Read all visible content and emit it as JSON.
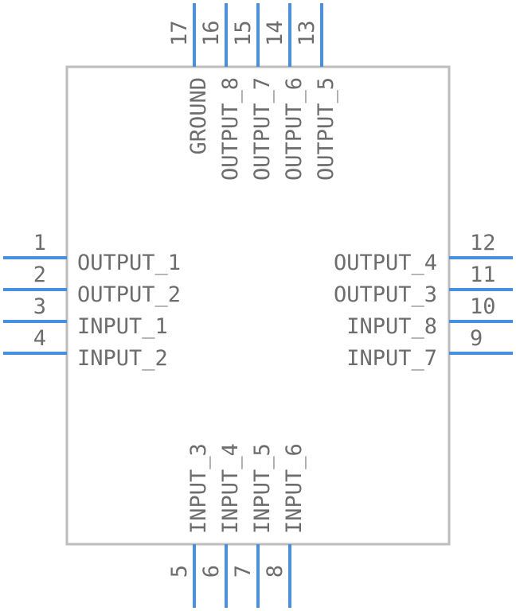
{
  "component": {
    "left_pins": [
      {
        "num": "1",
        "label": "OUTPUT_1"
      },
      {
        "num": "2",
        "label": "OUTPUT_2"
      },
      {
        "num": "3",
        "label": "INPUT_1"
      },
      {
        "num": "4",
        "label": "INPUT_2"
      }
    ],
    "right_pins": [
      {
        "num": "12",
        "label": "OUTPUT_4"
      },
      {
        "num": "11",
        "label": "OUTPUT_3"
      },
      {
        "num": "10",
        "label": "INPUT_8"
      },
      {
        "num": "9",
        "label": "INPUT_7"
      }
    ],
    "top_pins": [
      {
        "num": "17",
        "label": "GROUND"
      },
      {
        "num": "16",
        "label": "OUTPUT_8"
      },
      {
        "num": "15",
        "label": "OUTPUT_7"
      },
      {
        "num": "14",
        "label": "OUTPUT_6"
      },
      {
        "num": "13",
        "label": "OUTPUT_5"
      }
    ],
    "bottom_pins": [
      {
        "num": "5",
        "label": "INPUT_3"
      },
      {
        "num": "6",
        "label": "INPUT_4"
      },
      {
        "num": "7",
        "label": "INPUT_5"
      },
      {
        "num": "8",
        "label": "INPUT_6"
      }
    ],
    "colors": {
      "pin": "#4a90e2",
      "outline": "#bdbdbd",
      "text": "#6d6d6d"
    }
  }
}
